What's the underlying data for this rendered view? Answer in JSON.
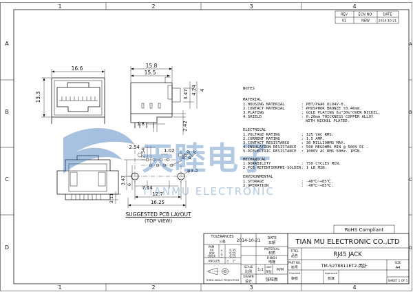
{
  "border": {
    "columns": [
      "1",
      "2",
      "3",
      "4"
    ],
    "rows": [
      "A",
      "B",
      "C",
      "D"
    ]
  },
  "revision": {
    "headers": [
      "REV",
      "ECN NO.",
      "DATE"
    ],
    "row": [
      "01",
      "NEW",
      "2014-10-21"
    ]
  },
  "views": {
    "front": {
      "width": "16.6",
      "height": "13.3"
    },
    "side": {
      "top_width": "15.8",
      "second_width": "15.5",
      "d1": "3.47",
      "d2": "4.24",
      "d3": "1.8",
      "d4": "2.42",
      "d5": "4"
    },
    "pcb": {
      "d_254": "2.54",
      "d_102": "1.02",
      "d_254b": "2.54",
      "d_phi09": "φ0.9",
      "d_phi16": "φ1.6",
      "d_phi32": "φ3.2",
      "d_347": "3.47",
      "d_6": "6",
      "d_714": "7.14",
      "d_127": "12.7",
      "d_1625": "16.25",
      "d_311": "3.11",
      "caption": "SUGGESTED PCB LAYOUT",
      "subcaption": "(TOP VIEW)"
    }
  },
  "notes": {
    "heading": "NOTES",
    "material_heading": "MATERIAL",
    "material": [
      {
        "k": "1.HOUSING MATERIAL",
        "v": ": PBT/PA46 UL94V-0."
      },
      {
        "k": "2.CONTACT MATERIAL",
        "v": ": PHOSPHOR BRONZE t0.46mm."
      },
      {
        "k": "3.PLATING",
        "v": ": GOLD PLATING 6u\"30u\"OVER NICKEL."
      },
      {
        "k": "4.SHIELD",
        "v": ": 0.20mm THICKNESS COPPER ALLOY"
      },
      {
        "k": "",
        "v": "WITH NICKEL PLATED."
      }
    ],
    "electrical_heading": "ELECTRICAL",
    "electrical": [
      {
        "k": "1.VOLTAGE RATING",
        "v": ": 125 VAC RMS."
      },
      {
        "k": "2.CURRENT RATING",
        "v": ": 1.5 AMP."
      },
      {
        "k": "3.CONTACT RESISTANCE",
        "v": ": 30 MILLIOHMS MAX."
      },
      {
        "k": "4.INSULATION RESISTANCE",
        "v": ": 500 MEGOHMS MIN @ 500V DC ."
      },
      {
        "k": "5.DIELECTRIC RESISTANCE",
        "v": ": 1000V AC RMS 50Hz. 1MIN."
      }
    ],
    "mechanical_heading": "MECHANICAL",
    "mechanical": [
      {
        "k": "1.DURABILITY",
        "v": ": 750 CYCLES MIN."
      },
      {
        "k": "2.PCB RETENTIONPRE-SOLDER",
        "v": ": 1 LB MIN."
      }
    ],
    "environmental_heading": "ENVIRONMENTAL",
    "environmental": [
      {
        "k": "1.STORAGE",
        "v": ": -40℃~+85℃."
      },
      {
        "k": "2.OPERATION",
        "v": ": -40℃~+85℃."
      }
    ]
  },
  "watermark": {
    "cn": "天睦电子",
    "en": "TIANMU ELECTRONIC"
  },
  "rohs": "RoHS Compliant",
  "title_block": {
    "tolerances_title": "TOLERANCES",
    "tolerances_sub": "公差",
    "tol_rows": [
      [
        "PAM",
        "",
        ""
      ],
      [
        ".0X",
        "±",
        "0.35"
      ],
      [
        ".00X",
        "±",
        "0.25"
      ],
      [
        ".000X",
        "±",
        "0.15"
      ]
    ],
    "angles_label": "ANGLES",
    "angles_pm": "±",
    "angles_value": "1°",
    "third_angle": "THIRD ANGLE PROJECTION",
    "scale_label": "SCALE",
    "scale_cn": "比例",
    "scale_value": "1:1",
    "unit_label": "UNIT",
    "unit_cn": "单位",
    "unit_value": "M/M",
    "date_label": "DATE",
    "date_cn": "日期",
    "date_value": "2014-10-21",
    "material_label": "MATERIAL",
    "material_cn": "材质",
    "finish_label": "FINISH",
    "finish_cn": "电镀",
    "drawn_label": "DRAWN",
    "drawn_cn": "设计",
    "drawn_by": "张旺新",
    "checked_label": "Checked",
    "checked_cn": "审核",
    "approved_label": "Approved",
    "approved_cn": "核准",
    "company": "TIAN MU ELECTRONIC CO.,LTD",
    "title_label": "TITEL",
    "title_cn": "品名",
    "part_title": "RJ45 JACK",
    "part_no_label": "PART NO.",
    "part_no_cn": "料号",
    "part_no": "TM-52T8811ET2-两针",
    "size_label": "SIZE",
    "size": "A4",
    "sheet": "SHEET 1 OF 1"
  }
}
